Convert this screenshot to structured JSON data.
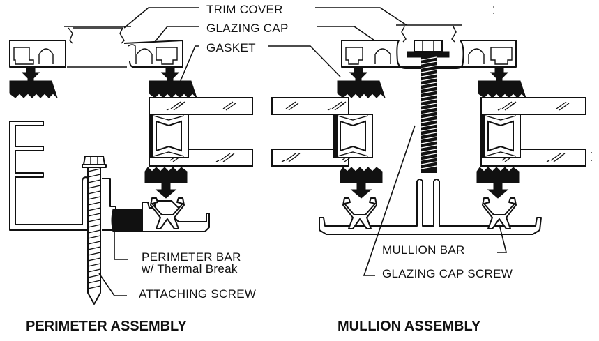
{
  "diagram": {
    "labels": {
      "trim_cover": "TRIM COVER",
      "glazing_cap": "GLAZING CAP",
      "gasket": "GASKET",
      "perimeter_bar_line1": "PERIMETER BAR",
      "perimeter_bar_line2": "w/ Thermal Break",
      "attaching_screw": "ATTACHING SCREW",
      "mullion_bar": "MULLION BAR",
      "glazing_cap_screw": "GLAZING CAP SCREW"
    },
    "titles": {
      "perimeter": "PERIMETER ASSEMBLY",
      "mullion": "MULLION ASSEMBLY"
    },
    "colors": {
      "ink": "#111111",
      "paper": "#ffffff"
    }
  }
}
